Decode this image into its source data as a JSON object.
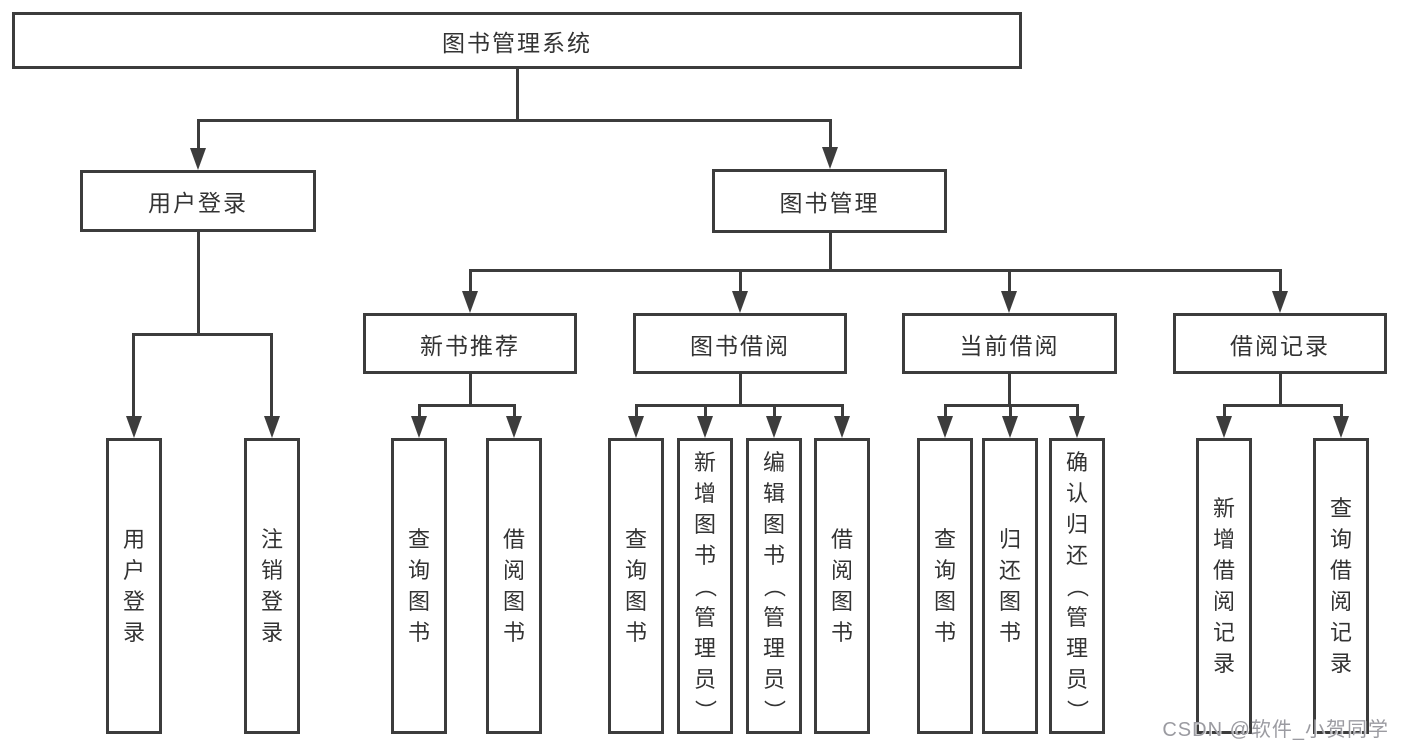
{
  "colors": {
    "line": "#3c3c3c",
    "text": "#333333",
    "watermark": "#9b9ba1"
  },
  "tree": {
    "root": "图书管理系统",
    "level2": [
      "用户登录",
      "图书管理"
    ],
    "level3": [
      "新书推荐",
      "图书借阅",
      "当前借阅",
      "借阅记录"
    ],
    "leaves": {
      "login": [
        "用户登录",
        "注销登录"
      ],
      "recommend": [
        "查询图书",
        "借阅图书"
      ],
      "borrow": [
        "查询图书",
        "新增图书（管理员）",
        "编辑图书（管理员）",
        "借阅图书"
      ],
      "current": [
        "查询图书",
        "归还图书",
        "确认归还（管理员）"
      ],
      "records": [
        "新增借阅记录",
        "查询借阅记录"
      ]
    }
  },
  "watermark": "CSDN @软件_小贺同学"
}
